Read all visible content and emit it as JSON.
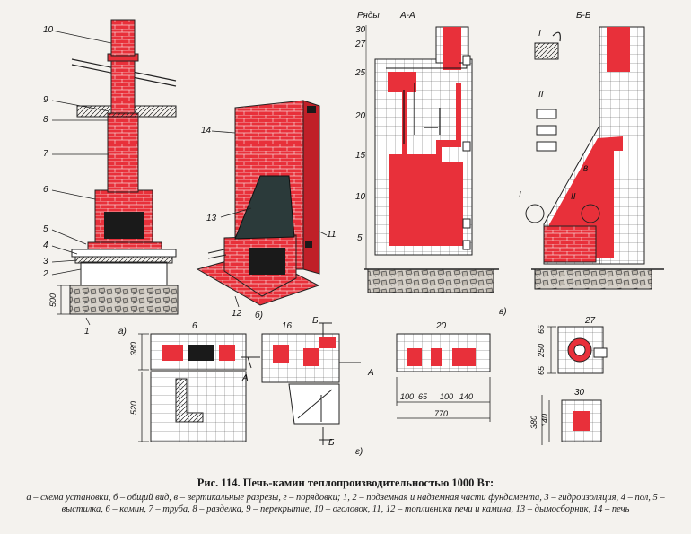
{
  "colors": {
    "brick": "#e8303a",
    "ink": "#1a1a1a",
    "hood": "#2b3a3a",
    "paper": "#f4f2ee",
    "stone": "#cfcac2"
  },
  "part_labels": {
    "n1": "1",
    "n2": "2",
    "n3": "3",
    "n4": "4",
    "n5": "5",
    "n6": "6",
    "n7": "7",
    "n8": "8",
    "n9": "9",
    "n10": "10",
    "n11": "11",
    "n12": "12",
    "n13": "13",
    "n14": "14"
  },
  "panel_labels": {
    "a": "а)",
    "b": "б)",
    "v": "в)",
    "g": "г)"
  },
  "sections": {
    "aa": "А-А",
    "bb": "Б-Б",
    "rows_title": "Ряды",
    "rows": [
      "30",
      "27",
      "25",
      "20",
      "15",
      "10",
      "5"
    ],
    "detail_1": "I",
    "detail_2": "II",
    "zone_v": "в"
  },
  "plan_labels": {
    "row6": "6",
    "row16": "16",
    "row20": "20",
    "row27": "27",
    "row30": "30",
    "cut_a": "А",
    "cut_b": "Б"
  },
  "dimensions": {
    "d500": "500",
    "d380": "380",
    "d520": "520",
    "d100a": "100",
    "d65a": "65",
    "d100b": "100",
    "d140a": "140",
    "d770": "770",
    "d65b": "65",
    "d250": "250",
    "d65c": "65",
    "d380b": "380",
    "d140b": "140"
  },
  "caption": {
    "title": "Рис. 114. Печь-камин теплопроизводительностью 1000 Вт:",
    "legend": "а – схема установки, б – общий вид, в – вертикальные разрезы, г – порядовки; 1, 2 – подземная и надземная части фундамента, 3 – гидроизоляция, 4 – пол, 5 – выстилка, 6 – камин, 7 – труба, 8 – разделка, 9 – перекрытие, 10 – оголовок, 11, 12 – топливники печи и камина, 13 – дымосборник, 14 – печь"
  }
}
